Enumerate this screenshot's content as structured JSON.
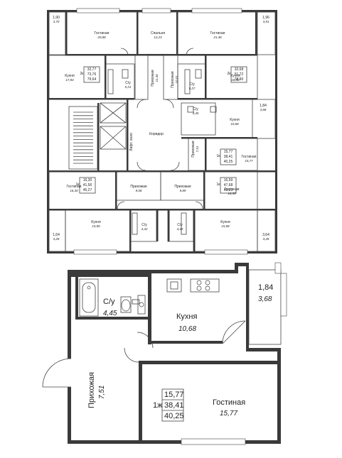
{
  "floor_plan": {
    "rooms": [
      {
        "name": "Гостиная",
        "area": "20,88"
      },
      {
        "name": "Спальня",
        "area": "12,23"
      },
      {
        "name": "Гостиная",
        "area": "21,48"
      },
      {
        "name": "Кухня",
        "area": "17,84"
      },
      {
        "name": "С/у",
        "area": "5,21"
      },
      {
        "name": "Прихожая",
        "area": "11,44"
      },
      {
        "name": "Прихожая",
        "area": "10,01"
      },
      {
        "name": "С/у",
        "area": "5,27"
      },
      {
        "name": "Кухня",
        "area": "16,80"
      },
      {
        "name": "С/у",
        "area": "4,45"
      },
      {
        "name": "Кухня",
        "area": "10,68"
      },
      {
        "name": "Прихожая",
        "area": "7,51"
      },
      {
        "name": "Гостиная",
        "area": "15,77"
      },
      {
        "name": "Гостиная",
        "area": "16,30"
      },
      {
        "name": "Прихожая",
        "area": "9,08"
      },
      {
        "name": "Прихожая",
        "area": "9,89"
      },
      {
        "name": "Гостиная",
        "area": "16,59"
      },
      {
        "name": "Кухня",
        "area": "15,80"
      },
      {
        "name": "С/у",
        "area": "4,42"
      },
      {
        "name": "С/у",
        "area": "4,42"
      },
      {
        "name": "Кухня",
        "area": "15,88"
      }
    ],
    "balconies": [
      {
        "a": "1,90",
        "b": "3,70"
      },
      {
        "a": "1,96",
        "b": "3,91"
      },
      {
        "a": "1,84",
        "b": "3,68"
      },
      {
        "a": "1,64",
        "b": "3,28"
      },
      {
        "a": "3,64",
        "b": "3,28"
      }
    ],
    "common": {
      "corridor": "Коридор",
      "lift_hall": "Лифт. холл"
    },
    "apartment_tags": [
      {
        "rooms": "2к",
        "s1": "32,77",
        "s2": "73,76",
        "s3": "79,64"
      },
      {
        "rooms": "2к",
        "s1": "32,68",
        "s2": "51,72",
        "s3": "78,90"
      },
      {
        "rooms": "1к",
        "s1": "15,77",
        "s2": "38,41",
        "s3": "40,25"
      },
      {
        "rooms": "1к",
        "s1": "16,30",
        "s2": "41,56",
        "s3": "45,27"
      },
      {
        "rooms": "1к",
        "s1": "16,59",
        "s2": "47,68",
        "s3": "49,51"
      }
    ]
  },
  "detail_plan": {
    "bathroom": {
      "name": "С/у",
      "area": "4,45"
    },
    "kitchen": {
      "name": "Кухня",
      "area": "10,68"
    },
    "balcony": {
      "a": "1,84",
      "b": "3,68"
    },
    "hallway": {
      "name": "Прихожая",
      "area": "7,51"
    },
    "living": {
      "name": "Гостиная",
      "area": "15,77"
    },
    "tag": {
      "rooms": "1ж",
      "s1": "15,77",
      "s2": "38,41",
      "s3": "40,25"
    }
  }
}
